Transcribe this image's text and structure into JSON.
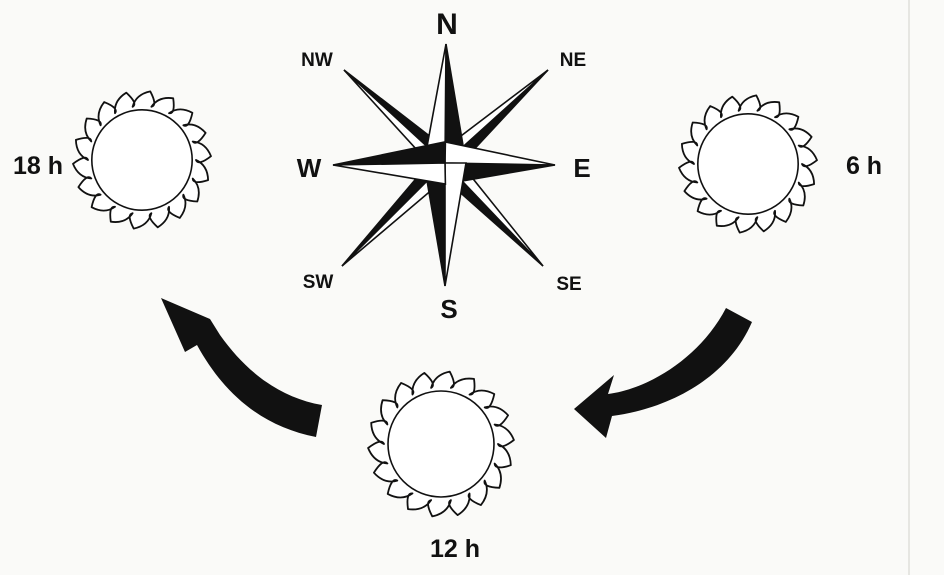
{
  "compass": {
    "north": "N",
    "north_east": "NE",
    "east": "E",
    "south_east": "SE",
    "south": "S",
    "south_west": "SW",
    "west": "W",
    "north_west": "NW"
  },
  "suns": [
    {
      "position": "east",
      "time_label": "6 h"
    },
    {
      "position": "south",
      "time_label": "12 h"
    },
    {
      "position": "west",
      "time_label": "18 h"
    }
  ],
  "colors": {
    "ink": "#111111",
    "paper": "#fafaf8"
  }
}
